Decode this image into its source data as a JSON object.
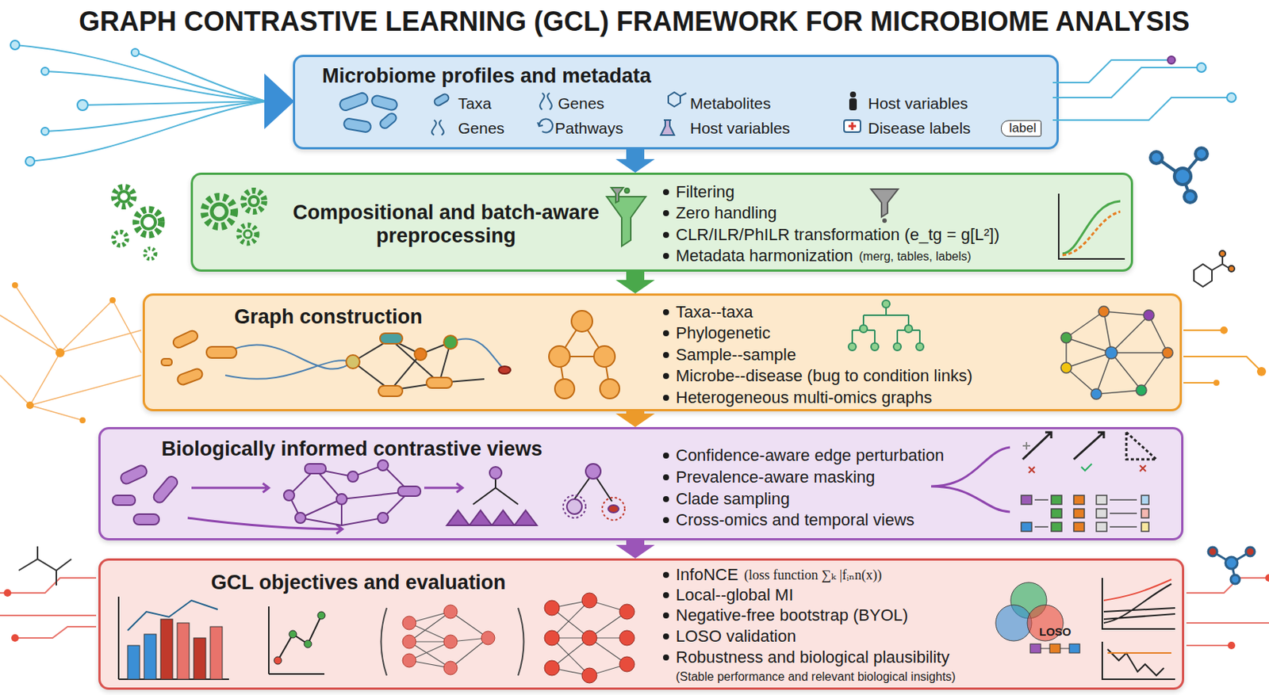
{
  "diagram": {
    "title": "GRAPH CONTRASTIVE LEARNING (GCL) FRAMEWORK FOR MICROBIOME ANALYSIS",
    "nodes": [
      {
        "text": [
          "Microbiome profiles and metadata",
          "Taxa",
          "Genes",
          "Metabolites",
          "Host variables",
          "Genes",
          "Pathways",
          "Host variables",
          "Disease labels",
          "label"
        ]
      },
      {
        "text": [
          "Compositional and batch-aware preprocessing",
          "Filtering",
          "Zero handling",
          "CLR/ILR/PhILR transformation (e_tg = g[L²])",
          "Metadata harmonization",
          "(merg, tables, labels)"
        ]
      },
      {
        "text": [
          "Graph construction",
          "Taxa--taxa",
          "Phylogenetic",
          "Sample--sample",
          "Microbe--disease (bug to condition links)",
          "Heterogeneous multi-omics graphs"
        ]
      },
      {
        "text": [
          "Biologically informed contrastive views",
          "Confidence-aware edge perturbation",
          "Prevalence-aware masking",
          "Clade sampling",
          "Cross-omics and temporal views"
        ]
      },
      {
        "text": [
          "GCL objectives and evaluation",
          "InfoNCE",
          "(loss function ∑ₖ |fᵢₙn(x))",
          "Local--global MI",
          "Negative-free bootstrap (BYOL)",
          "LOSO validation",
          "Robustness and biological plausibility",
          "(Stable performance and relevant biological insights)"
        ]
      }
    ],
    "edges": [
      {
        "from": 0,
        "to": 1,
        "arrow": "to"
      },
      {
        "from": 1,
        "to": 2,
        "arrow": "to"
      },
      {
        "from": 2,
        "to": 3,
        "arrow": "to"
      },
      {
        "from": 3,
        "to": 4,
        "arrow": "to"
      }
    ],
    "labels": [
      "LOSO"
    ]
  }
}
